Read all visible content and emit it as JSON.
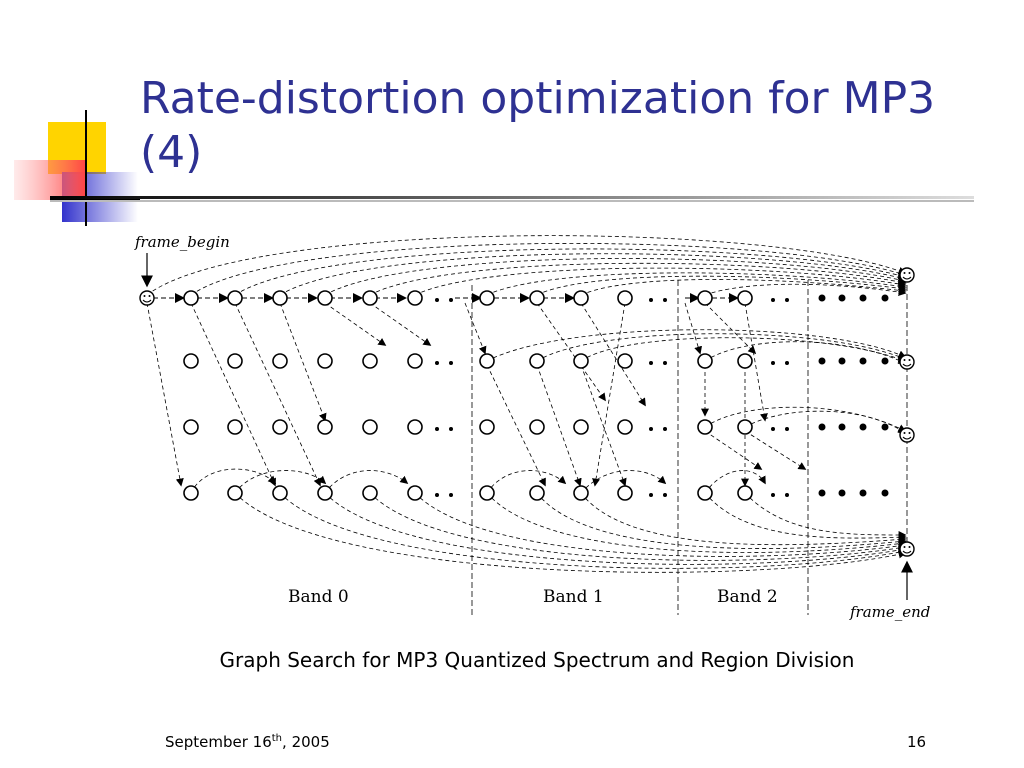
{
  "slide": {
    "title_line1": "Rate-distortion optimization for MP3",
    "title_line2": "(4)",
    "caption": "Graph Search for MP3 Quantized Spectrum and Region Division",
    "footer": {
      "date_prefix": "September 16",
      "date_sup": "th",
      "date_suffix": ", 2005",
      "page_number": "16"
    }
  },
  "diagram": {
    "labels": {
      "frame_begin": "frame_begin",
      "frame_end": "frame_end",
      "band0": "Band 0",
      "band1": "Band 1",
      "band2": "Band 2"
    },
    "end_markers": [
      "smiley",
      "smiley",
      "smiley",
      "smiley"
    ],
    "start_marker": "smiley",
    "colors": {
      "title": "#2e3192",
      "logo_yellow": "#ffd400",
      "logo_blue": "#3333cc",
      "logo_red": "#ff6666"
    }
  }
}
